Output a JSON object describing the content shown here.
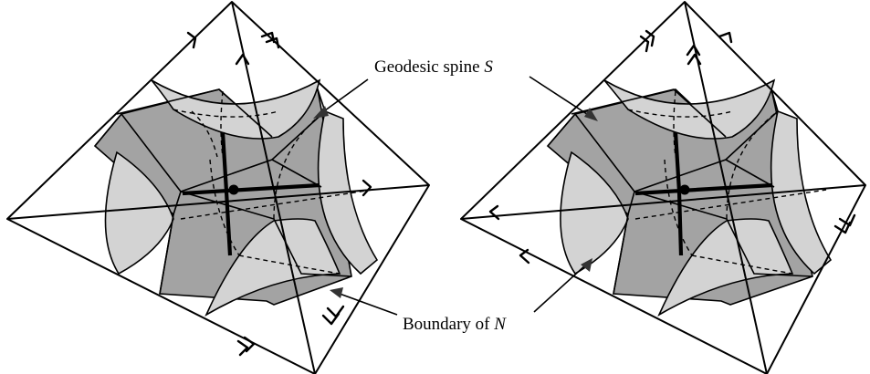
{
  "labels": {
    "spine": {
      "text": "Geodesic spine ",
      "symbol": "S"
    },
    "boundary": {
      "text": "Boundary of ",
      "symbol": "N"
    }
  },
  "colors": {
    "light_region": "#d3d3d3",
    "dark_region": "#a3a3a3",
    "line": "#000000",
    "background": "#ffffff"
  }
}
